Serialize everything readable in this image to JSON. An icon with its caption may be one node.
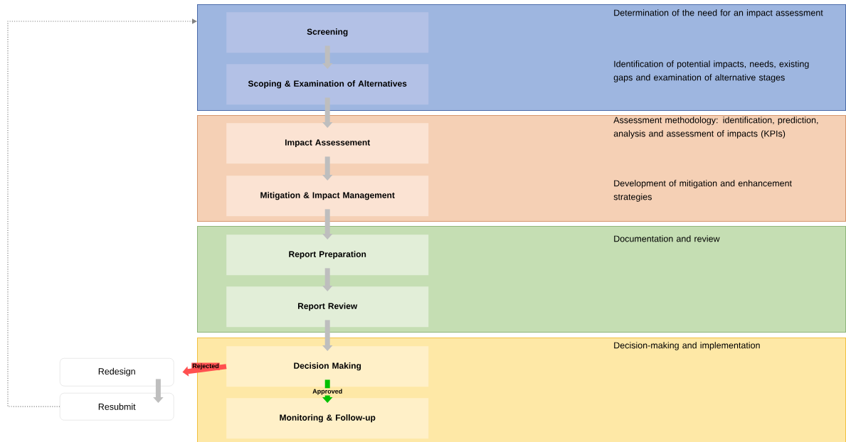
{
  "diagram": {
    "nodes": [
      {
        "text": [
          "Determination of the need for an impact assessment",
          "Identification of potential impacts, needs, existing gaps and examination of alternative stages"
        ]
      },
      {
        "text": [
          "Screening"
        ],
        "in": 0
      },
      {
        "text": [
          "Scoping & Examination of Alternatives"
        ],
        "in": 0
      },
      {
        "text": [
          "Assessment methodology: identification, prediction, analysis and assessment of impacts (KPIs)",
          "Development of mitigation and enhancement strategies"
        ]
      },
      {
        "text": [
          "Impact Assessement"
        ],
        "in": 3
      },
      {
        "text": [
          "Mitigation & Impact Management"
        ],
        "in": 3
      },
      {
        "text": [
          "Documentation and review"
        ]
      },
      {
        "text": [
          "Report Preparation"
        ],
        "in": 6
      },
      {
        "text": [
          "Report Review"
        ],
        "in": 6
      },
      {
        "text": [
          "Decision-making and implementation"
        ]
      },
      {
        "text": [
          "Decision Making"
        ],
        "in": 9
      },
      {
        "text": [
          "Monitoring & Follow-up"
        ],
        "in": 9
      },
      {
        "text": [
          "Redesign"
        ]
      },
      {
        "text": [
          "Resubmit"
        ]
      }
    ],
    "edges": [
      {
        "from": 1,
        "to": 2,
        "arrow": "to"
      },
      {
        "from": 2,
        "to": 4,
        "arrow": "to"
      },
      {
        "from": 4,
        "to": 5,
        "arrow": "to"
      },
      {
        "from": 5,
        "to": 7,
        "arrow": "to"
      },
      {
        "from": 7,
        "to": 8,
        "arrow": "to"
      },
      {
        "from": 8,
        "to": 10,
        "arrow": "to"
      },
      {
        "from": 10,
        "to": 11,
        "arrow": "to",
        "label": "Approved",
        "color": "#00c000"
      },
      {
        "from": 10,
        "to": 12,
        "arrow": "to",
        "label": "Rejected",
        "color": "#ff5050"
      },
      {
        "from": 12,
        "to": 13,
        "arrow": "to"
      },
      {
        "from": 13,
        "to": 0,
        "arrow": "to",
        "style": "dashed"
      }
    ]
  }
}
